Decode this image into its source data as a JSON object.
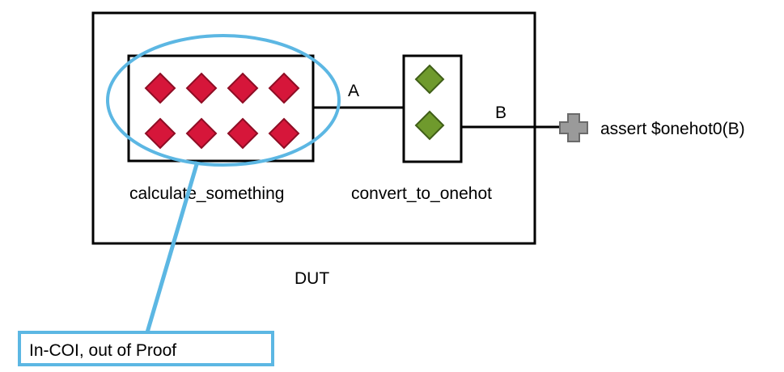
{
  "dut": {
    "label": "DUT"
  },
  "blocks": {
    "calculate": {
      "label": "calculate_something",
      "diamond_rows": 2,
      "diamond_cols": 4
    },
    "onehot": {
      "label": "convert_to_onehot",
      "diamond_count": 2
    }
  },
  "signals": {
    "a": "A",
    "b": "B"
  },
  "assertion": {
    "label": "assert $onehot0(B)",
    "icon": "plus-icon"
  },
  "callout": {
    "label": "In-COI, out of Proof"
  },
  "colors": {
    "in_proof_diamond": "#d6163a",
    "onehot_diamond": "#6f9a2d",
    "callout": "#5cb7e3",
    "assert_icon": "#9a9a9a",
    "outline": "#000000"
  }
}
